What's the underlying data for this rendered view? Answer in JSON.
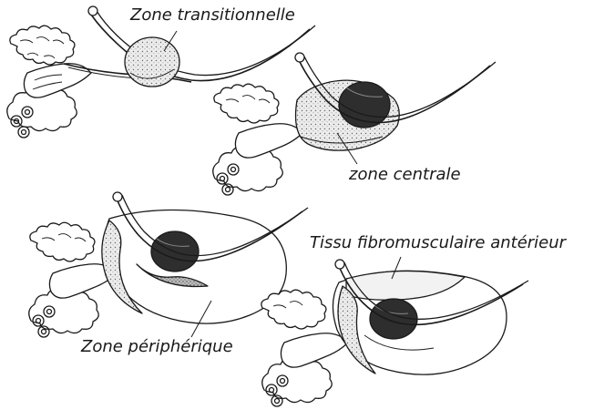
{
  "labels": {
    "zone_transitionnelle": "Zone transitionnelle",
    "zone_centrale": "zone centrale",
    "tissu_fibromusculaire": "Tissu fibromusculaire antérieur",
    "zone_peripherique": "Zone périphérique"
  },
  "colors": {
    "ink": "#1a1a1a",
    "shade_dark": "#2e2e2e",
    "shade_mid": "#8a8a8a",
    "shade_light": "#cfcfcf",
    "paper": "#ffffff"
  }
}
